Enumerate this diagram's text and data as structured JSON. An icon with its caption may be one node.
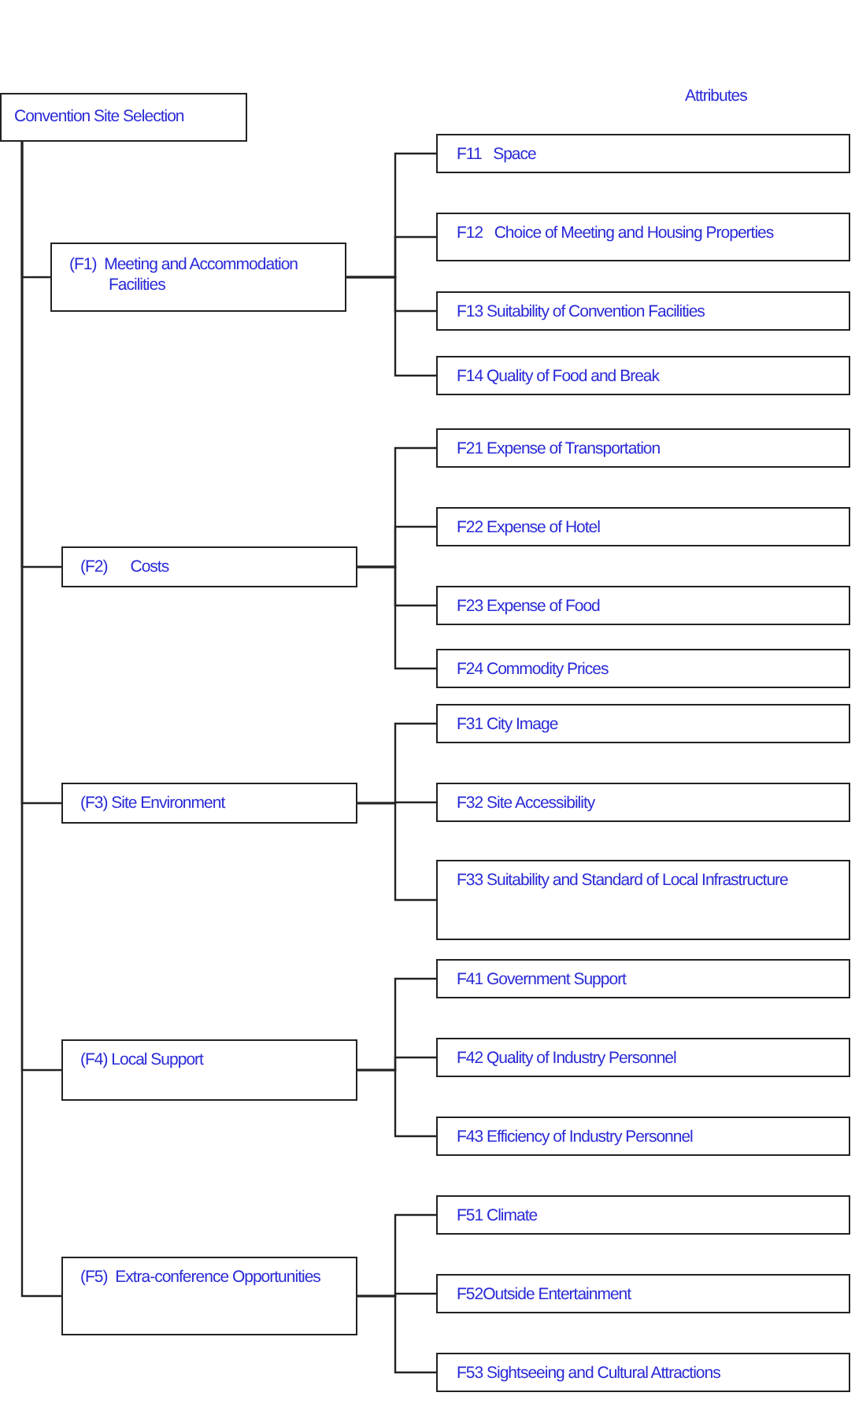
{
  "diagram": {
    "nodes": [
      {
        "text": [
          "Convention Site Selection"
        ]
      },
      {
        "text": [
          "(F1)  Meeting and Accommodation Facilities"
        ]
      },
      {
        "text": [
          "F11   Space"
        ]
      },
      {
        "text": [
          "F12   Choice of Meeting and Housing Properties"
        ]
      },
      {
        "text": [
          "F13 Suitability of Convention Facilities"
        ]
      },
      {
        "text": [
          "F14 Quality of Food and Break"
        ]
      },
      {
        "text": [
          "(F2)      Costs"
        ]
      },
      {
        "text": [
          "F21 Expense of Transportation"
        ]
      },
      {
        "text": [
          "F22 Expense of Hotel"
        ]
      },
      {
        "text": [
          "F23 Expense of Food"
        ]
      },
      {
        "text": [
          "F24 Commodity Prices"
        ]
      },
      {
        "text": [
          "(F3) Site Environment"
        ]
      },
      {
        "text": [
          "F31 City Image"
        ]
      },
      {
        "text": [
          "F32 Site Accessibility"
        ]
      },
      {
        "text": [
          "F33 Suitability and Standard of Local Infrastructure"
        ]
      },
      {
        "text": [
          "(F4) Local Support"
        ]
      },
      {
        "text": [
          "F41 Government Support"
        ]
      },
      {
        "text": [
          "F42 Quality of Industry Personnel"
        ]
      },
      {
        "text": [
          "F43 Efficiency of Industry Personnel"
        ]
      },
      {
        "text": [
          "(F5)  Extra-conference Opportunities"
        ]
      },
      {
        "text": [
          "F51 Climate"
        ]
      },
      {
        "text": [
          "F52Outside Entertainment"
        ]
      },
      {
        "text": [
          "F53 Sightseeing and Cultural Attractions"
        ]
      }
    ],
    "edges": [
      {
        "from": 0,
        "to": 1,
        "arrow": "none"
      },
      {
        "from": 0,
        "to": 6,
        "arrow": "none"
      },
      {
        "from": 0,
        "to": 11,
        "arrow": "none"
      },
      {
        "from": 0,
        "to": 15,
        "arrow": "none"
      },
      {
        "from": 0,
        "to": 19,
        "arrow": "none"
      },
      {
        "from": 1,
        "to": 2,
        "arrow": "none"
      },
      {
        "from": 1,
        "to": 3,
        "arrow": "none"
      },
      {
        "from": 1,
        "to": 4,
        "arrow": "none"
      },
      {
        "from": 1,
        "to": 5,
        "arrow": "none"
      },
      {
        "from": 6,
        "to": 7,
        "arrow": "none"
      },
      {
        "from": 6,
        "to": 8,
        "arrow": "none"
      },
      {
        "from": 6,
        "to": 9,
        "arrow": "none"
      },
      {
        "from": 6,
        "to": 10,
        "arrow": "none"
      },
      {
        "from": 11,
        "to": 12,
        "arrow": "none"
      },
      {
        "from": 11,
        "to": 13,
        "arrow": "none"
      },
      {
        "from": 11,
        "to": 14,
        "arrow": "none"
      },
      {
        "from": 15,
        "to": 16,
        "arrow": "none"
      },
      {
        "from": 15,
        "to": 17,
        "arrow": "none"
      },
      {
        "from": 15,
        "to": 18,
        "arrow": "none"
      },
      {
        "from": 19,
        "to": 20,
        "arrow": "none"
      },
      {
        "from": 19,
        "to": 21,
        "arrow": "none"
      },
      {
        "from": 19,
        "to": 22,
        "arrow": "none"
      }
    ],
    "labels": [
      "Attributes"
    ]
  }
}
